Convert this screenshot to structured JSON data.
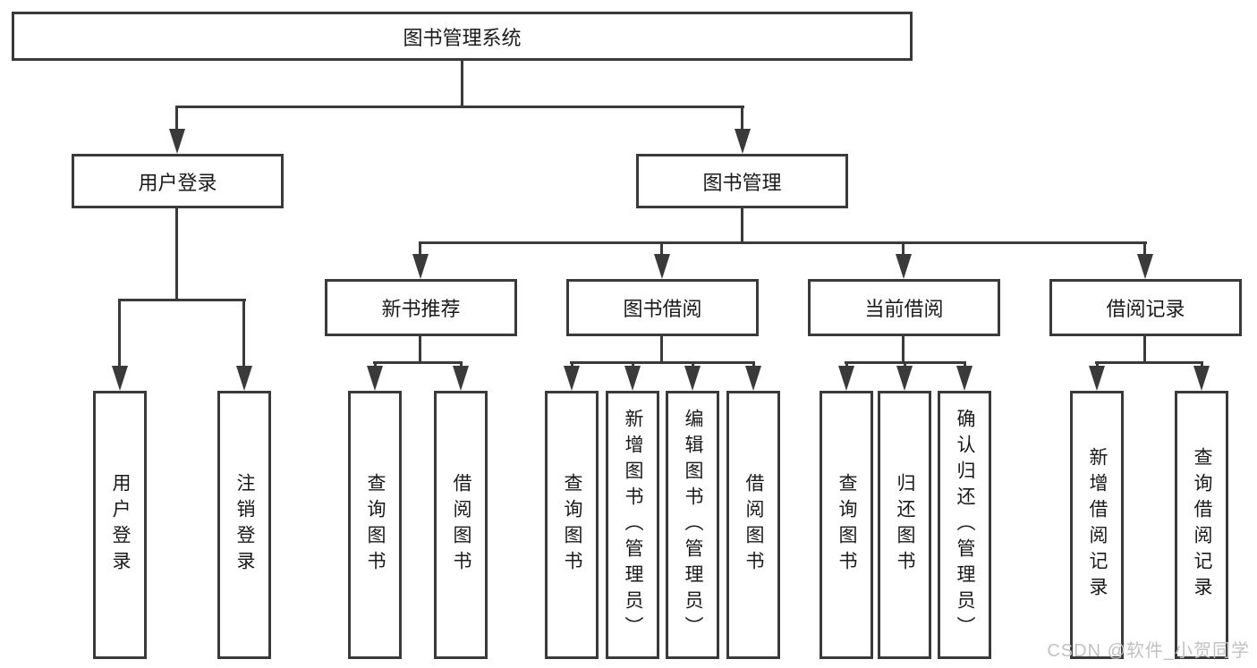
{
  "theme": {
    "background": "#ffffff",
    "line-color": "#3a3a3a",
    "text-color": "#1a1a1a",
    "watermark-color": "#c2c2c2"
  },
  "watermark": {
    "text": "CSDN @软件_小贺同学"
  },
  "diagram": {
    "root": {
      "label": "图书管理系统",
      "children": [
        {
          "label": "用户登录",
          "children": [
            {
              "label": "用户登录"
            },
            {
              "label": "注销登录"
            }
          ]
        },
        {
          "label": "图书管理",
          "children": [
            {
              "label": "新书推荐",
              "children": [
                {
                  "label": "查询图书"
                },
                {
                  "label": "借阅图书"
                }
              ]
            },
            {
              "label": "图书借阅",
              "children": [
                {
                  "label": "查询图书"
                },
                {
                  "label": "新增图书（管理员）"
                },
                {
                  "label": "编辑图书（管理员）"
                },
                {
                  "label": "借阅图书"
                }
              ]
            },
            {
              "label": "当前借阅",
              "children": [
                {
                  "label": "查询图书"
                },
                {
                  "label": "归还图书"
                },
                {
                  "label": "确认归还（管理员）"
                }
              ]
            },
            {
              "label": "借阅记录",
              "children": [
                {
                  "label": "新增借阅记录"
                },
                {
                  "label": "查询借阅记录"
                }
              ]
            }
          ]
        }
      ]
    }
  }
}
